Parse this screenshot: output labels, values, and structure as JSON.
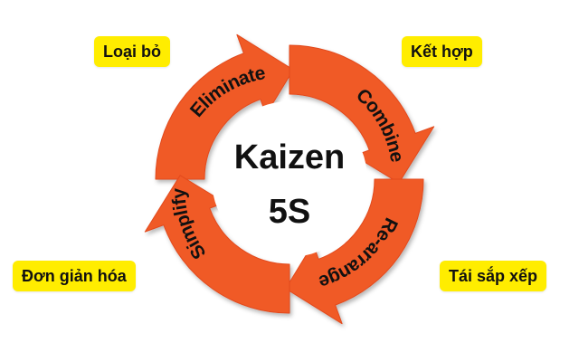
{
  "center": {
    "line1": "Kaizen",
    "line2": "5S"
  },
  "steps": [
    {
      "label": "Eliminate",
      "note": "Loại bỏ"
    },
    {
      "label": "Combine",
      "note": "Kết hợp"
    },
    {
      "label": "Re-arrange",
      "note": "Tái sắp xếp"
    },
    {
      "label": "Simplify",
      "note": "Đơn giản hóa"
    }
  ],
  "colors": {
    "arrow": "#f05a28",
    "arrow_edge": "#e24a1c",
    "label_bg": "#ffed00",
    "text": "#111111"
  }
}
